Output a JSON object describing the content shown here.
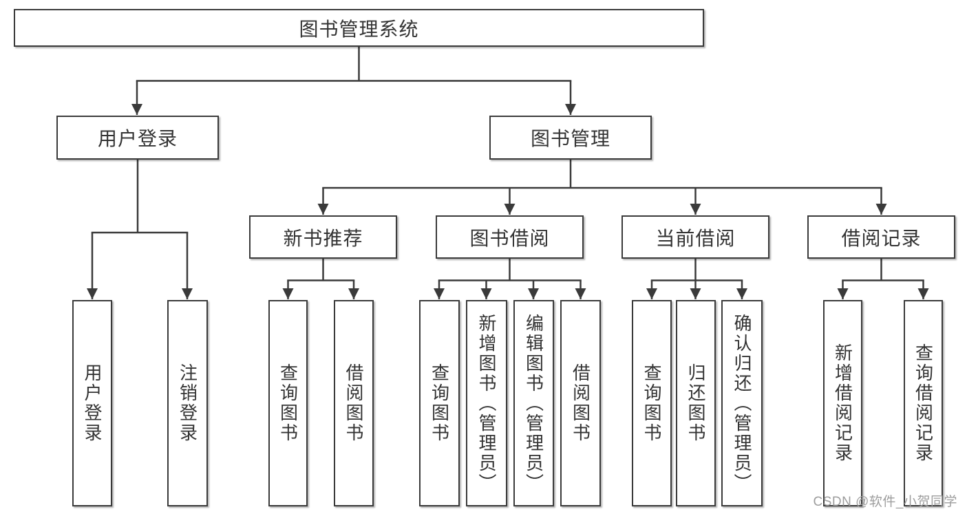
{
  "watermark": "CSDN @软件_小贺同学",
  "colors": {
    "line": "#3a3a3a",
    "text": "#333333",
    "box_background": "#ffffff",
    "watermark_gray": "#9d9d9d"
  },
  "tree": {
    "root": {
      "label": "图书管理系统"
    },
    "branches": [
      {
        "label": "用户登录",
        "children": [
          {
            "label": "用户登录"
          },
          {
            "label": "注销登录"
          }
        ]
      },
      {
        "label": "图书管理",
        "children": [
          {
            "label": "新书推荐",
            "children": [
              {
                "label": "查询图书"
              },
              {
                "label": "借阅图书"
              }
            ]
          },
          {
            "label": "图书借阅",
            "children": [
              {
                "label": "查询图书"
              },
              {
                "label": "新增图书（管理员）"
              },
              {
                "label": "编辑图书（管理员）"
              },
              {
                "label": "借阅图书"
              }
            ]
          },
          {
            "label": "当前借阅",
            "children": [
              {
                "label": "查询图书"
              },
              {
                "label": "归还图书"
              },
              {
                "label": "确认归还（管理员）"
              }
            ]
          },
          {
            "label": "借阅记录",
            "children": [
              {
                "label": "新增借阅记录"
              },
              {
                "label": "查询借阅记录"
              }
            ]
          }
        ]
      }
    ]
  }
}
